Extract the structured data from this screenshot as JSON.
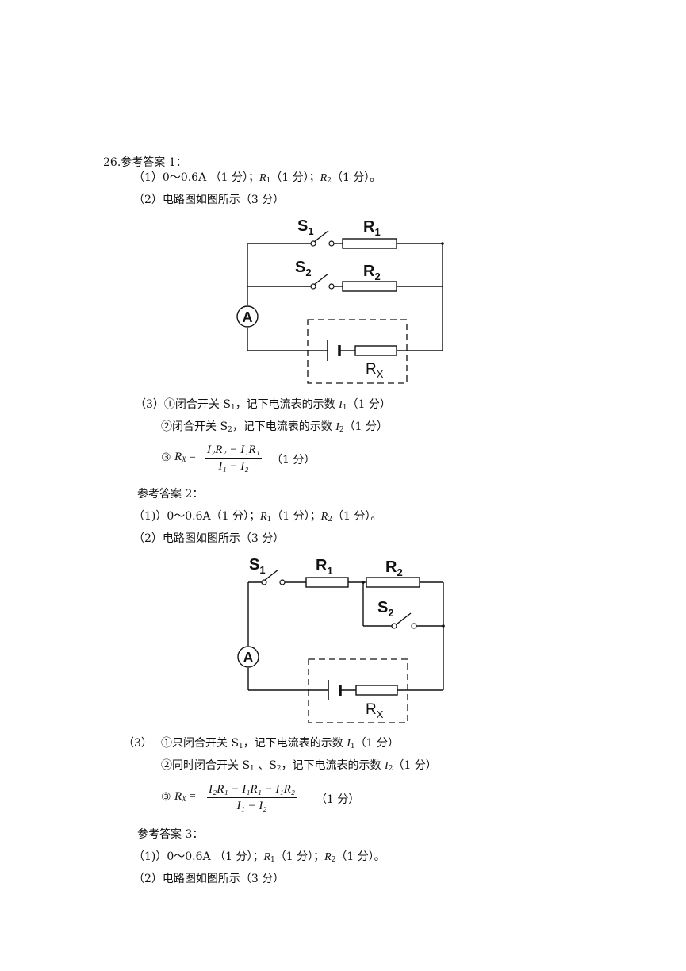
{
  "answer1": {
    "heading": "26.参考答案 1：",
    "q1": {
      "prefix": "（1）0～0.6A （1 分）；",
      "r1": "R",
      "r1sub": "1",
      "mid": "（1 分）；",
      "r2": "R",
      "r2sub": "2",
      "suffix": "（1 分）。"
    },
    "q2": "（2）电路图如图所示（3 分）",
    "circuit": {
      "s1": "S",
      "s1sub": "1",
      "r1": "R",
      "r1sub": "1",
      "s2": "S",
      "s2sub": "2",
      "r2": "R",
      "r2sub": "2",
      "ammeter": "A",
      "rx": "R",
      "rxsub": "X"
    },
    "q3a": {
      "prefix": "（3）①闭合开关 S",
      "sub": "1",
      "mid": "，记下电流表的示数 ",
      "var": "I",
      "varsub": "1",
      "suffix": "（1 分）"
    },
    "q3b": {
      "prefix": "②闭合开关 S",
      "sub": "2",
      "mid": "，记下电流表的示数 ",
      "var": "I",
      "varsub": "2",
      "suffix": "（1 分）"
    },
    "q3c": {
      "marker": "③",
      "lhs": "R",
      "lhssub": "X",
      "eq": " =",
      "numerator": "I₂R₂ − I₁R₁",
      "denominator": "I₁ − I₂",
      "score": "（1 分）"
    }
  },
  "answer2": {
    "heading": "参考答案 2：",
    "q1": {
      "prefix": "（1)）0～0.6A（1 分）；",
      "r1": "R",
      "r1sub": "1",
      "mid": "（1 分）；",
      "r2": "R",
      "r2sub": "2",
      "suffix": "（1 分）。"
    },
    "q2": "（2）电路图如图所示（3 分）",
    "circuit": {
      "s1": "S",
      "s1sub": "1",
      "r1": "R",
      "r1sub": "1",
      "r2": "R",
      "r2sub": "2",
      "s2": "S",
      "s2sub": "2",
      "ammeter": "A",
      "rx": "R",
      "rxsub": "X"
    },
    "q3label": "（3）",
    "q3a": {
      "prefix": "①只闭合开关 S",
      "sub": "1",
      "mid": "，记下电流表的示数 ",
      "var": "I",
      "varsub": "1",
      "suffix": "（1 分）"
    },
    "q3b": {
      "prefix": "②同时闭合开关 S",
      "sub1": "1",
      "mid1": " 、S",
      "sub2": "2",
      "mid2": "，记下电流表的示数 ",
      "var": "I",
      "varsub": "2",
      "suffix": "（1 分）"
    },
    "q3c": {
      "marker": "③",
      "lhs": "R",
      "lhssub": "X",
      "eq": " =",
      "numerator": "I₂R₁ − I₁R₁ − I₁R₂",
      "denominator": "I₁ − I₂",
      "score": "（1 分）"
    }
  },
  "answer3": {
    "heading": "参考答案 3：",
    "q1": {
      "prefix": "（1)）0～0.6A （1 分）；",
      "r1": "R",
      "r1sub": "1",
      "mid": "（1 分）；",
      "r2": "R",
      "r2sub": "2",
      "suffix": "（1 分）。"
    },
    "q2": "（2）电路图如图所示（3 分）"
  }
}
